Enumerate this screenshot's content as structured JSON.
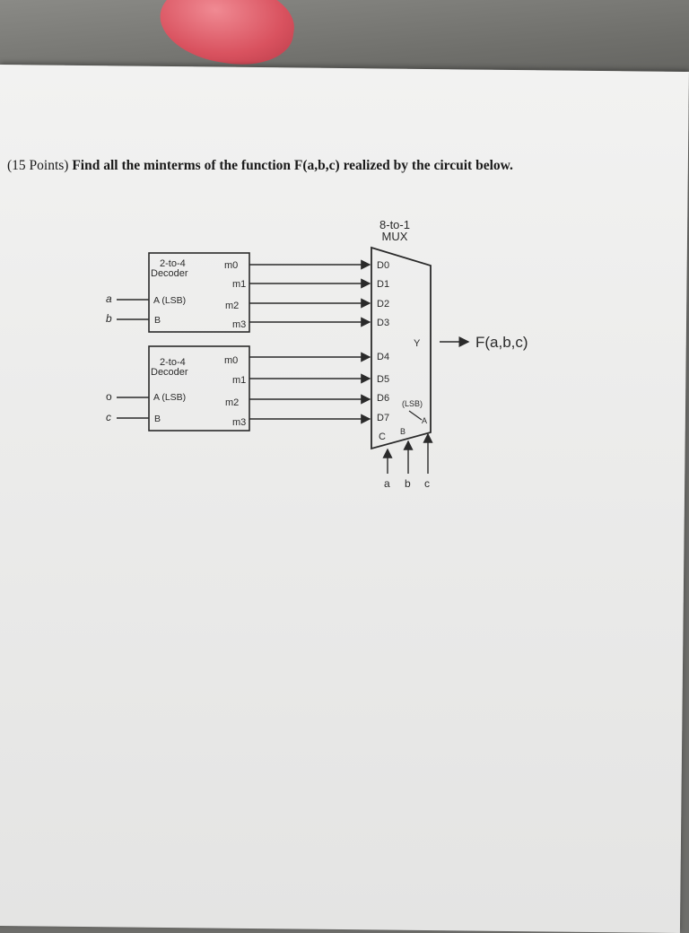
{
  "question": {
    "points": "(15 Points)",
    "text": "Find all the minterms of the function F(a,b,c) realized by the circuit below."
  },
  "decoders": [
    {
      "title_line1": "2-to-4",
      "title_line2": "Decoder",
      "input_a_label": "A (LSB)",
      "input_b_label": "B",
      "outputs": [
        "m0",
        "m1",
        "m2",
        "m3"
      ],
      "input_a_signal": "a",
      "input_b_signal": "b"
    },
    {
      "title_line1": "2-to-4",
      "title_line2": "Decoder",
      "input_a_label": "A (LSB)",
      "input_b_label": "B",
      "outputs": [
        "m0",
        "m1",
        "m2",
        "m3"
      ],
      "input_a_signal": "o",
      "input_b_signal": "c"
    }
  ],
  "mux": {
    "title_line1": "8-to-1",
    "title_line2": "MUX",
    "inputs": [
      "D0",
      "D1",
      "D2",
      "D3",
      "D4",
      "D5",
      "D6",
      "D7"
    ],
    "output_label": "Y",
    "select_labels": [
      "C",
      "B",
      "A"
    ],
    "lsb_label": "(LSB)",
    "select_signals": [
      "a",
      "b",
      "c"
    ]
  },
  "output_label": "F(a,b,c)"
}
